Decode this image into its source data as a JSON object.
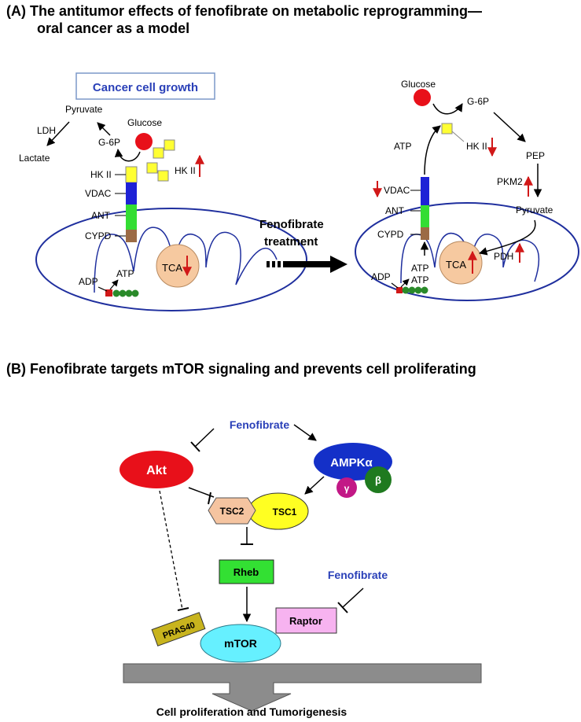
{
  "panel_a": {
    "title_line1": "(A) The antitumor effects of fenofibrate on metabolic reprogramming—",
    "title_line2": "oral cancer as a model",
    "left": {
      "header": "Cancer cell growth",
      "ldh": "LDH",
      "pyruvate": "Pyruvate",
      "lactate": "Lactate",
      "g6p": "G-6P",
      "glucose": "Glucose",
      "hkii_free": "HK II",
      "hkii": "HK II",
      "vdac": "VDAC",
      "ant": "ANT",
      "cypd": "CYPD",
      "tca": "TCA",
      "adp": "ADP",
      "atp": "ATP"
    },
    "middle": {
      "line1": "Fenofibrate",
      "line2": "treatment"
    },
    "right": {
      "glucose": "Glucose",
      "g6p": "G-6P",
      "atp_top": "ATP",
      "hkii": "HK II",
      "pep": "PEP",
      "pkm2": "PKM2",
      "pyruvate": "Pyruvate",
      "vdac": "VDAC",
      "ant": "ANT",
      "cypd": "CYPD",
      "atp_mid": "ATP",
      "tca": "TCA",
      "pdh": "PDH",
      "adp": "ADP",
      "atp": "ATP"
    }
  },
  "panel_b": {
    "title": "(B) Fenofibrate targets mTOR signaling and prevents cell proliferating",
    "fenofibrate_top": "Fenofibrate",
    "fenofibrate_right": "Fenofibrate",
    "akt": "Akt",
    "ampk": "AMPKα",
    "gamma": "γ",
    "beta": "β",
    "tsc2": "TSC2",
    "tsc1": "TSC1",
    "rheb": "Rheb",
    "raptor": "Raptor",
    "pras40": "PRAS40",
    "mtor": "mTOR",
    "outcome": "Cell proliferation and Tumorigenesis"
  },
  "colors": {
    "membrane": "#1f2f9e",
    "glucose": "#e8101a",
    "hkii": "#ffff33",
    "vdac": "#1e22d6",
    "ant": "#33dd33",
    "cypd": "#9c6b45",
    "tca": "#f6c9a0",
    "up_down_arrow": "#d11818",
    "fenofibrate_text": "#2a40b8",
    "akt": "#e8101a",
    "ampk": "#1430c8",
    "gamma": "#c21886",
    "beta": "#1f7a1f",
    "tsc2": "#f5c4a0",
    "tsc1": "#ffff22",
    "rheb": "#33e033",
    "raptor": "#f7b3f0",
    "pras40": "#c8b41e",
    "mtor": "#66f0ff",
    "bar": "#8c8c8c"
  }
}
